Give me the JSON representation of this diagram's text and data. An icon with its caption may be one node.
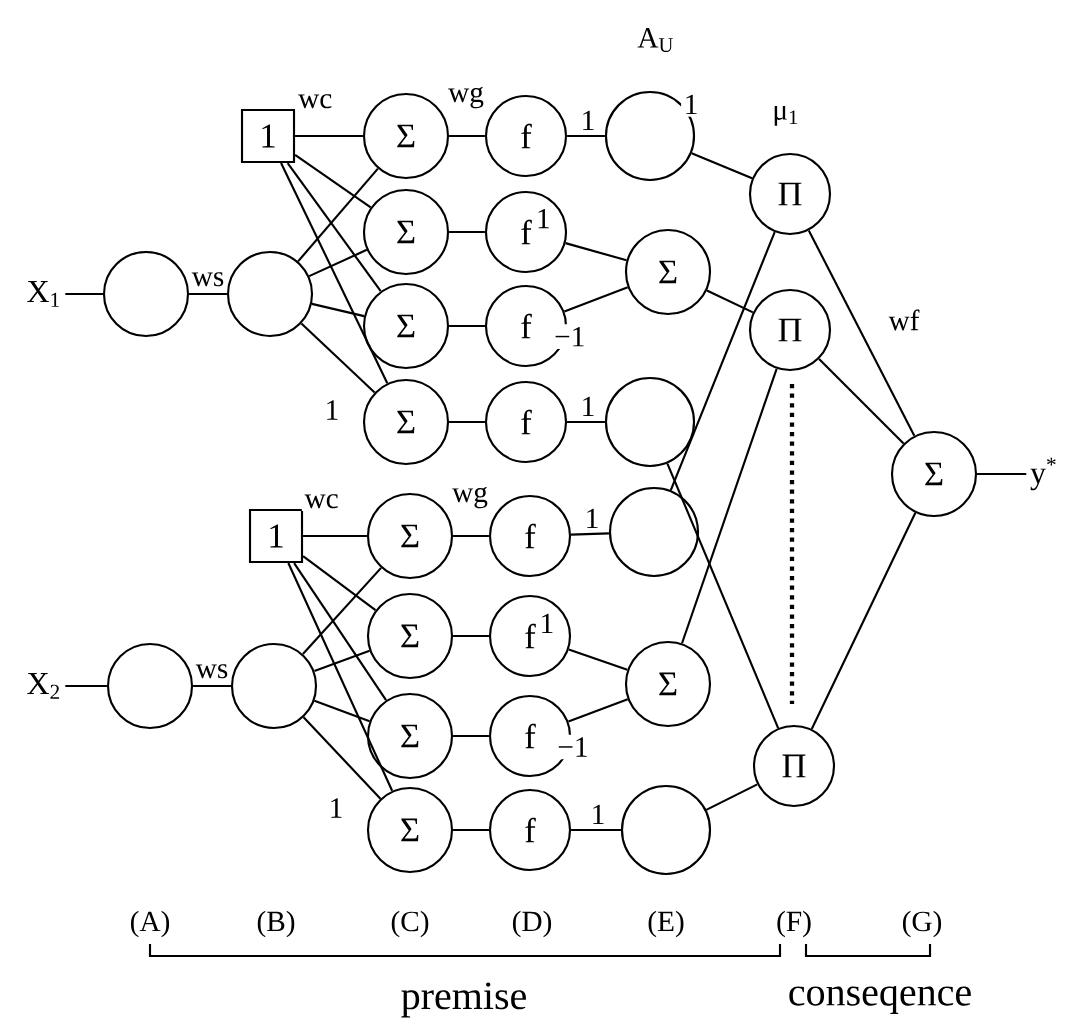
{
  "diagram": {
    "nodes": [
      {
        "text": [
          "X$_{1}$"
        ]
      },
      {
        "text": [],
        "shape": "circle"
      },
      {
        "text": [],
        "shape": "circle"
      },
      {
        "text": [
          "1"
        ]
      },
      {
        "text": [
          "Σ"
        ]
      },
      {
        "text": [
          "Σ"
        ]
      },
      {
        "text": [
          "Σ"
        ]
      },
      {
        "text": [
          "Σ"
        ]
      },
      {
        "text": [
          "f"
        ]
      },
      {
        "text": [
          "f"
        ]
      },
      {
        "text": [
          "f"
        ]
      },
      {
        "text": [
          "f"
        ]
      },
      {
        "text": [],
        "shape": "circle"
      },
      {
        "text": [
          "Σ"
        ]
      },
      {
        "text": [],
        "shape": "circle"
      },
      {
        "text": [
          "X$_{2}$"
        ]
      },
      {
        "text": [],
        "shape": "circle"
      },
      {
        "text": [],
        "shape": "circle"
      },
      {
        "text": [
          "1"
        ]
      },
      {
        "text": [
          "Σ"
        ]
      },
      {
        "text": [
          "Σ"
        ]
      },
      {
        "text": [
          "Σ"
        ]
      },
      {
        "text": [
          "Σ"
        ]
      },
      {
        "text": [
          "f"
        ]
      },
      {
        "text": [
          "f"
        ]
      },
      {
        "text": [
          "f"
        ]
      },
      {
        "text": [
          "f"
        ]
      },
      {
        "text": [],
        "shape": "circle"
      },
      {
        "text": [
          "Σ"
        ]
      },
      {
        "text": [],
        "shape": "circle"
      },
      {
        "text": [
          "Π"
        ]
      },
      {
        "text": [
          "Π"
        ]
      },
      {
        "text": [
          "Π"
        ]
      },
      {
        "text": [
          "Σ"
        ]
      },
      {
        "text": [
          "y$^{*}$"
        ]
      }
    ],
    "edges": [
      {
        "from": 0,
        "to": 1,
        "arrow": "none"
      },
      {
        "from": 1,
        "to": 2,
        "arrow": "none",
        "label": "ws"
      },
      {
        "from": 2,
        "to": 4,
        "arrow": "none"
      },
      {
        "from": 2,
        "to": 5,
        "arrow": "none"
      },
      {
        "from": 2,
        "to": 6,
        "arrow": "none"
      },
      {
        "from": 2,
        "to": 7,
        "arrow": "none"
      },
      {
        "from": 3,
        "to": 4,
        "arrow": "none",
        "label": "wc"
      },
      {
        "from": 3,
        "to": 5,
        "arrow": "none"
      },
      {
        "from": 3,
        "to": 6,
        "arrow": "none"
      },
      {
        "from": 3,
        "to": 7,
        "arrow": "none"
      },
      {
        "from": 4,
        "to": 8,
        "arrow": "none",
        "label": "wg"
      },
      {
        "from": 5,
        "to": 9,
        "arrow": "none"
      },
      {
        "from": 6,
        "to": 10,
        "arrow": "none"
      },
      {
        "from": 7,
        "to": 11,
        "arrow": "none"
      },
      {
        "from": 8,
        "to": 12,
        "arrow": "none",
        "label": "1"
      },
      {
        "from": 9,
        "to": 13,
        "arrow": "none",
        "label": "1"
      },
      {
        "from": 10,
        "to": 13,
        "arrow": "none",
        "label": "−1"
      },
      {
        "from": 11,
        "to": 14,
        "arrow": "none",
        "label": "1"
      },
      {
        "from": 15,
        "to": 16,
        "arrow": "none"
      },
      {
        "from": 16,
        "to": 17,
        "arrow": "none",
        "label": "ws"
      },
      {
        "from": 17,
        "to": 19,
        "arrow": "none"
      },
      {
        "from": 17,
        "to": 20,
        "arrow": "none"
      },
      {
        "from": 17,
        "to": 21,
        "arrow": "none"
      },
      {
        "from": 17,
        "to": 22,
        "arrow": "none"
      },
      {
        "from": 18,
        "to": 19,
        "arrow": "none",
        "label": "wc"
      },
      {
        "from": 18,
        "to": 20,
        "arrow": "none"
      },
      {
        "from": 18,
        "to": 21,
        "arrow": "none"
      },
      {
        "from": 18,
        "to": 22,
        "arrow": "none"
      },
      {
        "from": 19,
        "to": 23,
        "arrow": "none",
        "label": "wg"
      },
      {
        "from": 20,
        "to": 24,
        "arrow": "none"
      },
      {
        "from": 21,
        "to": 25,
        "arrow": "none"
      },
      {
        "from": 22,
        "to": 26,
        "arrow": "none"
      },
      {
        "from": 23,
        "to": 27,
        "arrow": "none",
        "label": "1"
      },
      {
        "from": 24,
        "to": 28,
        "arrow": "none",
        "label": "1"
      },
      {
        "from": 25,
        "to": 28,
        "arrow": "none",
        "label": "−1"
      },
      {
        "from": 26,
        "to": 29,
        "arrow": "none",
        "label": "1"
      },
      {
        "from": 12,
        "to": 30,
        "arrow": "none",
        "label": "1"
      },
      {
        "from": 27,
        "to": 30,
        "arrow": "none"
      },
      {
        "from": 13,
        "to": 31,
        "arrow": "none"
      },
      {
        "from": 28,
        "to": 31,
        "arrow": "none"
      },
      {
        "from": 14,
        "to": 32,
        "arrow": "none"
      },
      {
        "from": 29,
        "to": 32,
        "arrow": "none"
      },
      {
        "from": 30,
        "to": 33,
        "arrow": "none"
      },
      {
        "from": 31,
        "to": 33,
        "arrow": "none"
      },
      {
        "from": 32,
        "to": 33,
        "arrow": "none"
      },
      {
        "from": 33,
        "to": 34,
        "arrow": "none"
      }
    ],
    "labels": [
      "A$_{U}$",
      "μ$_{1}$",
      "wf",
      "1",
      "1",
      "(A)",
      "(B)",
      "(C)",
      "(D)",
      "(E)",
      "(F)",
      "(G)",
      "premise",
      "conseqence"
    ]
  }
}
